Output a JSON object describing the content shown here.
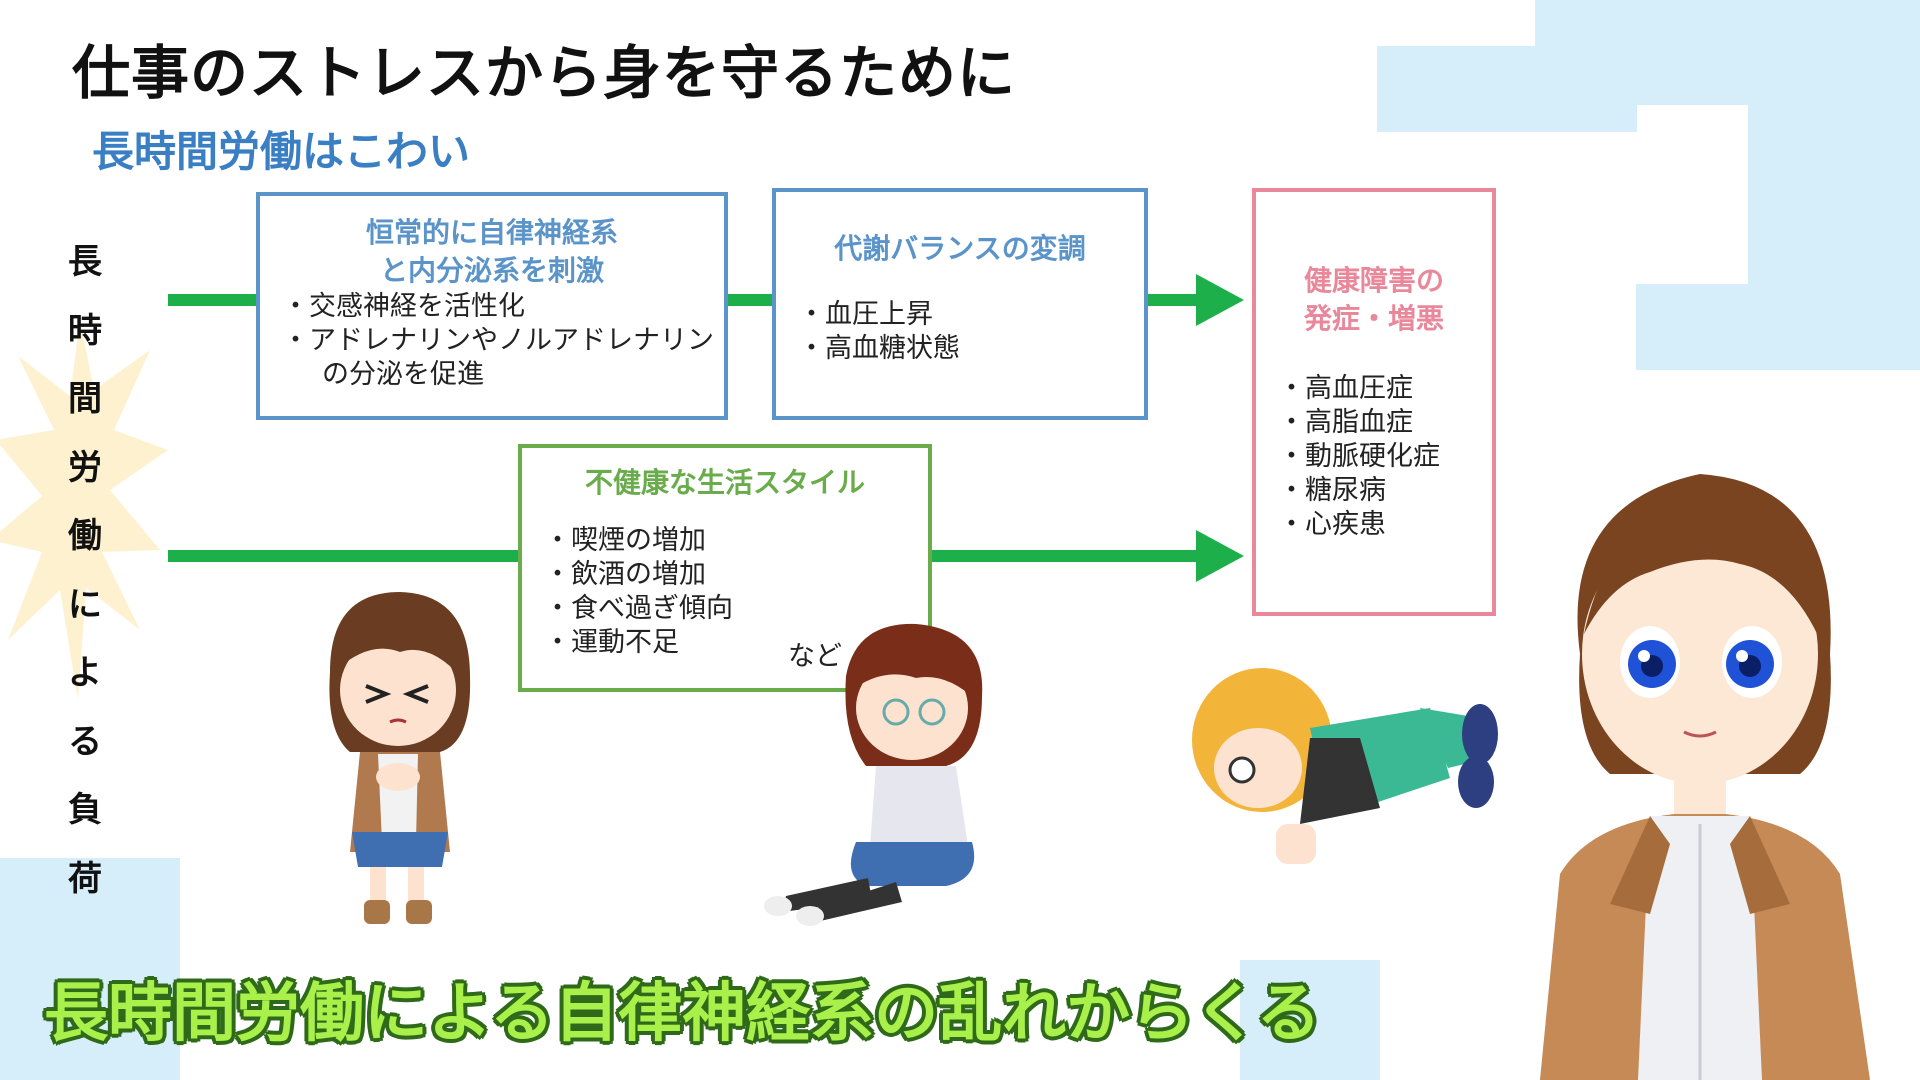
{
  "title": "仕事のストレスから身を守るために",
  "subtitle": "長時間労働はこわい",
  "vertical_label": [
    "長",
    "時",
    "間",
    "労",
    "働",
    "に",
    "よ",
    "る",
    "負",
    "荷"
  ],
  "box1": {
    "title_lines": [
      "恒常的に自律神経系",
      "と内分泌系を刺激"
    ],
    "items": [
      "交感神経を活性化",
      "アドレナリンやノルアドレナリン"
    ],
    "continuation": "の分泌を促進"
  },
  "box2": {
    "title": "代謝バランスの変調",
    "items": [
      "血圧上昇",
      "高血糖状態"
    ]
  },
  "box3": {
    "title": "不健康な生活スタイル",
    "items": [
      "喫煙の増加",
      "飲酒の増加",
      "食べ過ぎ傾向",
      "運動不足"
    ],
    "note": "など"
  },
  "box4": {
    "title_lines": [
      "健康障害の",
      "発症・増悪"
    ],
    "items": [
      "高血圧症",
      "高脂血症",
      "動脈硬化症",
      "糖尿病",
      "心疾患"
    ]
  },
  "caption": "長時間労働による自律神経系の乱れからくる",
  "colors": {
    "accent_blue": "#3a7fc4",
    "box_blue": "#5b94c8",
    "box_green": "#6aab4b",
    "box_pink": "#e8889a",
    "arrow_green": "#1db04a",
    "caption_fill": "#a9f04a",
    "caption_outline": "#2f6a1a"
  },
  "icons": [
    "starburst-icon",
    "stressed-girl-illustration",
    "collapsed-girl-illustration",
    "collapsed-man-illustration",
    "presenter-avatar-illustration"
  ]
}
